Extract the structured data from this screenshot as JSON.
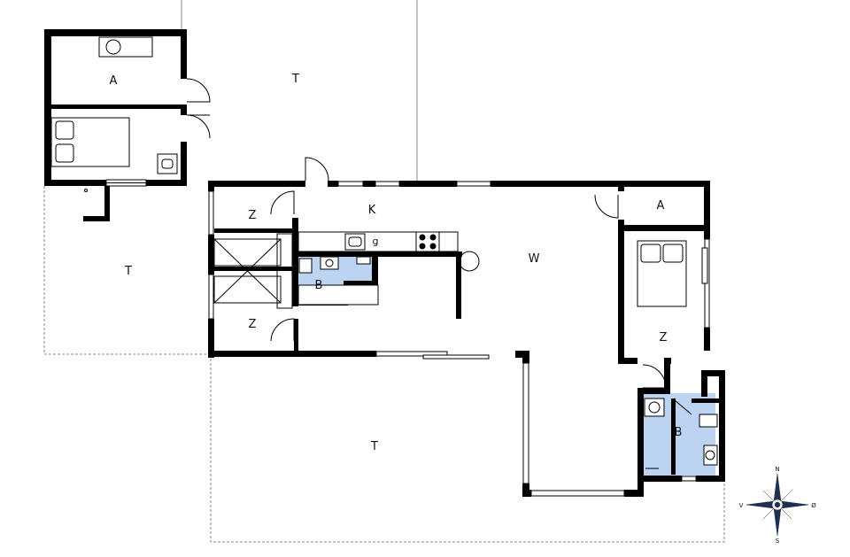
{
  "floorplan": {
    "rooms": {
      "annex_storage": "A",
      "terrace_top": "T",
      "terrace_left": "T",
      "terrace_bottom": "T",
      "kitchen": "K",
      "kitchen_appliance": "g",
      "living": "W",
      "storage_right": "A",
      "bedroom_top_left": "Z",
      "bedroom_bottom_left": "Z",
      "bedroom_right": "Z",
      "bath_center": "B",
      "bath_right": "B"
    },
    "compass": {
      "north": "N",
      "south": "S",
      "west": "V",
      "east": "Ø"
    }
  },
  "colors": {
    "wall": "#000000",
    "bath_fill": "#bcd4f2",
    "line": "#555555",
    "compass": "#1f2f4f"
  }
}
